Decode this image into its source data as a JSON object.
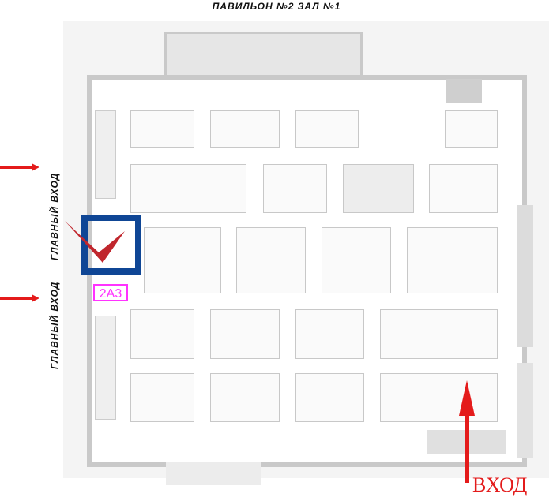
{
  "map": {
    "title": "ПАВИЛЬОН №2 ЗАЛ №1",
    "entrances": [
      "ГЛАВНЫЙ ВХОД",
      "ГЛАВНЫЙ ВХОД"
    ],
    "exit_label": "ВХОД",
    "highlighted_booth": "2A3",
    "colors": {
      "marker_frame": "#0f4695",
      "checkmark": "#c0262d",
      "booth_label": "#ff33ff",
      "arrow": "#e41b1b"
    }
  }
}
